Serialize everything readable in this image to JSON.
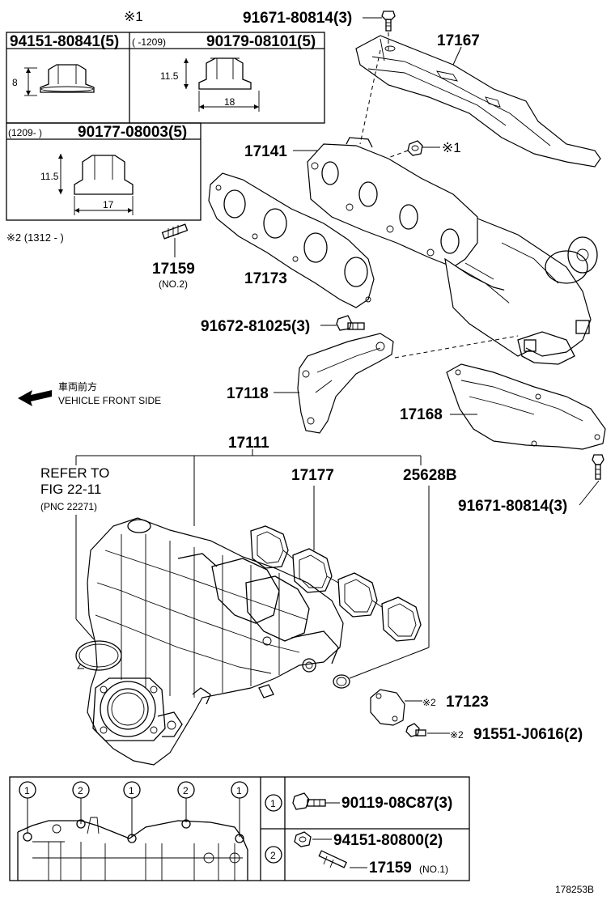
{
  "note1_mark": "※1",
  "note2_mark": "※2",
  "inset": {
    "a_label": "94151-80841(5)",
    "a_dim": "8",
    "b_range": "(      -1209)",
    "b_label": "90179-08101(5)",
    "b_height": "11.5",
    "b_width": "18",
    "c_range": "(1209-       )",
    "c_label": "90177-08003(5)",
    "c_height": "11.5",
    "c_width": "17",
    "note2_text": "※2 (1312 -       )"
  },
  "labels": {
    "p91671_top": "91671-80814(3)",
    "p17167": "17167",
    "p17141": "17141",
    "nut_note": "※1",
    "p17159": "17159",
    "p17159_no": "(NO.2)",
    "p17173": "17173",
    "p91672": "91672-81025(3)",
    "p17118": "17118",
    "p17168": "17168",
    "p91671_bot": "91671-80814(3)",
    "p17111": "17111",
    "refer1": "REFER TO",
    "refer2": "FIG 22-11",
    "refer3": "(PNC 22271)",
    "p17177": "17177",
    "p25628B": "25628B",
    "p17123_note": "※2",
    "p17123": "17123",
    "p91551_note": "※2",
    "p91551": "91551-J0616(2)"
  },
  "direction": {
    "jp": "車両前方",
    "en": "VEHICLE FRONT SIDE"
  },
  "bottom_table": {
    "row1_no": "1",
    "row1_part": "90119-08C87(3)",
    "row2_no": "2",
    "row2_part_a": "94151-80800(2)",
    "row2_part_b": "17159",
    "row2_part_b_no": "(NO.1)",
    "callouts": [
      "1",
      "2",
      "1",
      "2",
      "1"
    ]
  },
  "figure_id": "178253B"
}
